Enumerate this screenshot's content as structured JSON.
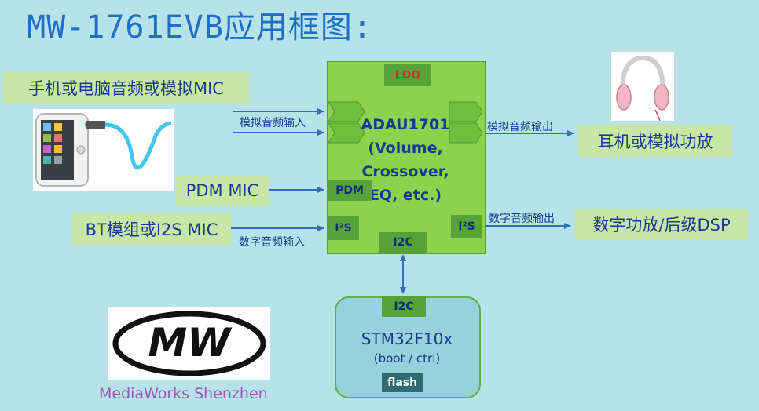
{
  "title": "MW-1761EVB应用框图:",
  "inputs": {
    "analog_source": "手机或电脑音频或模拟MIC",
    "pdm_source": "PDM MIC",
    "bt_source": "BT模组或I2S MIC",
    "analog_in_label": "模拟音频输入",
    "digital_in_label": "数字音频输入"
  },
  "dsp": {
    "ldo": "LDO",
    "line1": "ADAU1701",
    "line2": "(Volume,",
    "line3": "Crossover,",
    "line4": "EQ, etc.)",
    "pdm_tag": "PDM",
    "i2s_in_tag": "I²S",
    "i2s_out_tag": "I²S",
    "i2c_tag": "I2C"
  },
  "outputs": {
    "analog_out_label": "模拟音频输出",
    "analog_target": "耳机或模拟功放",
    "digital_out_label": "数字音频输出",
    "digital_target": "数字功放/后级DSP"
  },
  "mcu": {
    "i2c_tag": "I2C",
    "name": "STM32F10x",
    "sub": "(boot / ctrl)",
    "flash": "flash"
  },
  "company": {
    "logo_text": "MW",
    "name": "MediaWorks Shenzhen"
  },
  "colors": {
    "background": "#b7e3e8",
    "label_box": "#c8e7a6",
    "dsp_block": "#8ed14f",
    "arrow": "#2f6fc0",
    "title": "#1f6fc6"
  }
}
